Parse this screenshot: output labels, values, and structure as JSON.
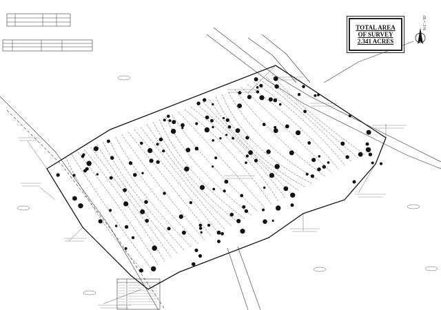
{
  "title": {
    "line1": "TOTAL AREA",
    "line2": "OF SURVEY",
    "line3": "2.341 ACRES"
  },
  "north_arrow": {
    "icon": "north-arrow-icon",
    "note": "N 1\" = 50'"
  },
  "line_work_color": "#1a1a1a",
  "tree_color": "#111111"
}
